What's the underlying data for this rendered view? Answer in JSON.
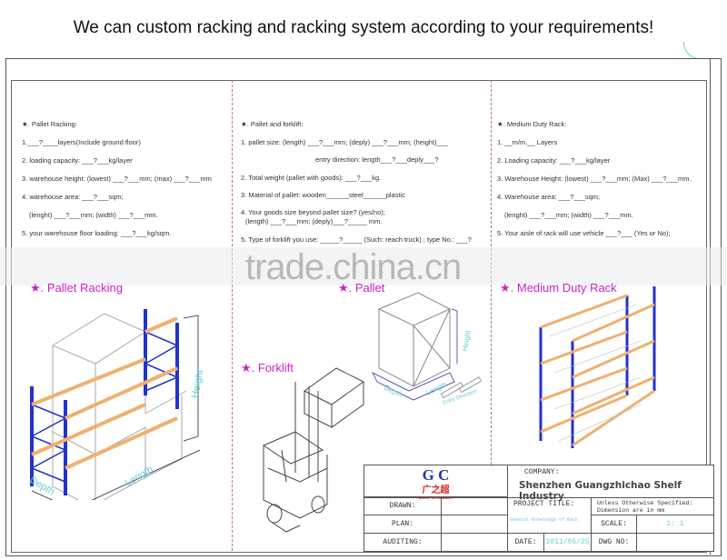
{
  "header": {
    "title": "We can custom racking and racking system according to your requirements!"
  },
  "pallet_racking": {
    "heading": "★. Pallet Racking:",
    "lines": [
      "1.___?____layers(Include ground floor)",
      "2. loading capacity: ___?___kg/layer",
      "3. warehouse height: (lowest) ___?___mm; (max) ___?___mm",
      "4. warehouse area: ___?___sqm;",
      "(lenght) ___?___mm; (width) ___?___mm.",
      "5. your warehouse floor loading: ___?___kg/sqm."
    ]
  },
  "pallet_forklift": {
    "heading": "★. Pallet and forklift:",
    "lines": [
      "1. pallet size: (length) ___?___mm; (deply) ___?___mm; (height)___",
      "entry direction: length___?___deply___?",
      "2. Total weight (pallet with goods): ___?___kg.",
      "3. Material of pallet:    wooden______steel______plastic",
      "4. Your goods size beyond pallet size?        (yes/no);",
      "(length) ___?___mm; (deply)___?_____ mm.",
      "5. Type of forklift you use: _____?_____ (Such: reach truck) ; type No.: ___?"
    ]
  },
  "medium_duty": {
    "heading": "★. Medium Duty Rack:",
    "lines": [
      "1. __m/m.__ Layers",
      "2. Loading capacity: ___?___kg/layer",
      "3. Warehouse Height: (lowest) ___?___mm; (Max) ___?___mm.",
      "4. Warehouse area: ___?___sqm;",
      "(lenght) ___?___mm; (width) ___?___mm.",
      "5. Your aisle of rack will use vehicle ___?___ (Yes or No);"
    ]
  },
  "watermark": "trade.china.cn",
  "drawings": {
    "pallet_racking_label": "★. Pallet Racking",
    "pallet_label": "★. Pallet",
    "forklift_label": "★. Forklift",
    "medium_label": "★. Medium Duty Rack",
    "dim_depth": "Depth",
    "dim_length": "Length",
    "dim_height": "Height",
    "dim_entry": "Entry Direction"
  },
  "title_block": {
    "logo_text": "G C",
    "logo_cn": "广之超",
    "logo_sub": "SHELF SPECIALIST",
    "company_label": "COMPANY:",
    "company": "Shenzhen Guangzhichao Shelf Industry",
    "drawn": "DRAWN:",
    "plan": "PLAN:",
    "auditing": "AUDITING:",
    "project_label": "PROJECT TITLE:",
    "project": "General Knowledge of Rack",
    "note": "Unless Otherwise Specified: Dimension are in mm",
    "scale_label": "SCALE:",
    "scale": "1: 1",
    "date_label": "DATE:",
    "date": "2011/05/25",
    "dwg_label": "DWG NO:"
  }
}
